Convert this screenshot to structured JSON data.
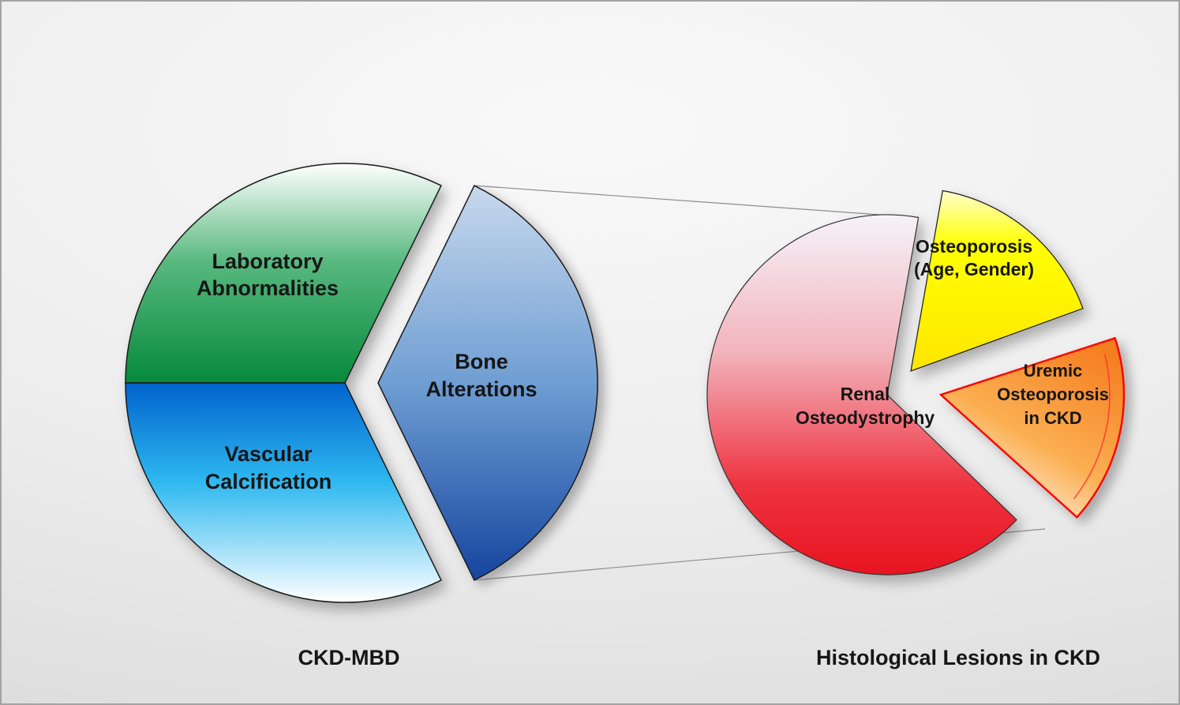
{
  "figure": {
    "left_title": "CKD-MBD",
    "right_title": "Histological Lesions in CKD"
  },
  "left_pie": {
    "slices": [
      {
        "id": "laboratory-abnormalities",
        "lines": [
          "Laboratory",
          "Abnormalities"
        ],
        "color_top": "#ffffff",
        "color_mid": "#57b87e",
        "color_bottom": "#068a3c"
      },
      {
        "id": "vascular-calcification",
        "lines": [
          "Vascular",
          "Calcification"
        ],
        "color_top": "#0063cc",
        "color_mid": "#2eb8f0",
        "color_bottom": "#ffffff"
      },
      {
        "id": "bone-alterations",
        "lines": [
          "Bone",
          "Alterations"
        ],
        "color_top": "#c7d8ec",
        "color_mid": "#6f9ed3",
        "color_bottom": "#15459e"
      }
    ]
  },
  "right_pie": {
    "slices": [
      {
        "id": "renal-osteodystrophy",
        "lines": [
          "Renal",
          "Osteodystrophy"
        ],
        "color_top": "#f6f2f9",
        "color_mid": "#f3b4bd",
        "color_bottom": "#e81420"
      },
      {
        "id": "osteoporosis-age-gender",
        "lines": [
          "Osteoporosis",
          "(Age, Gender)"
        ],
        "color_top": "#ffffcc",
        "color_bottom": "#ffe600"
      },
      {
        "id": "uremic-osteoporosis-in-ckd",
        "lines": [
          "Uremic",
          "Osteoporosis",
          "in CKD"
        ],
        "color_top": "#f57e20",
        "color_bottom": "#ffffff",
        "outline_color": "#ff0000"
      }
    ]
  }
}
